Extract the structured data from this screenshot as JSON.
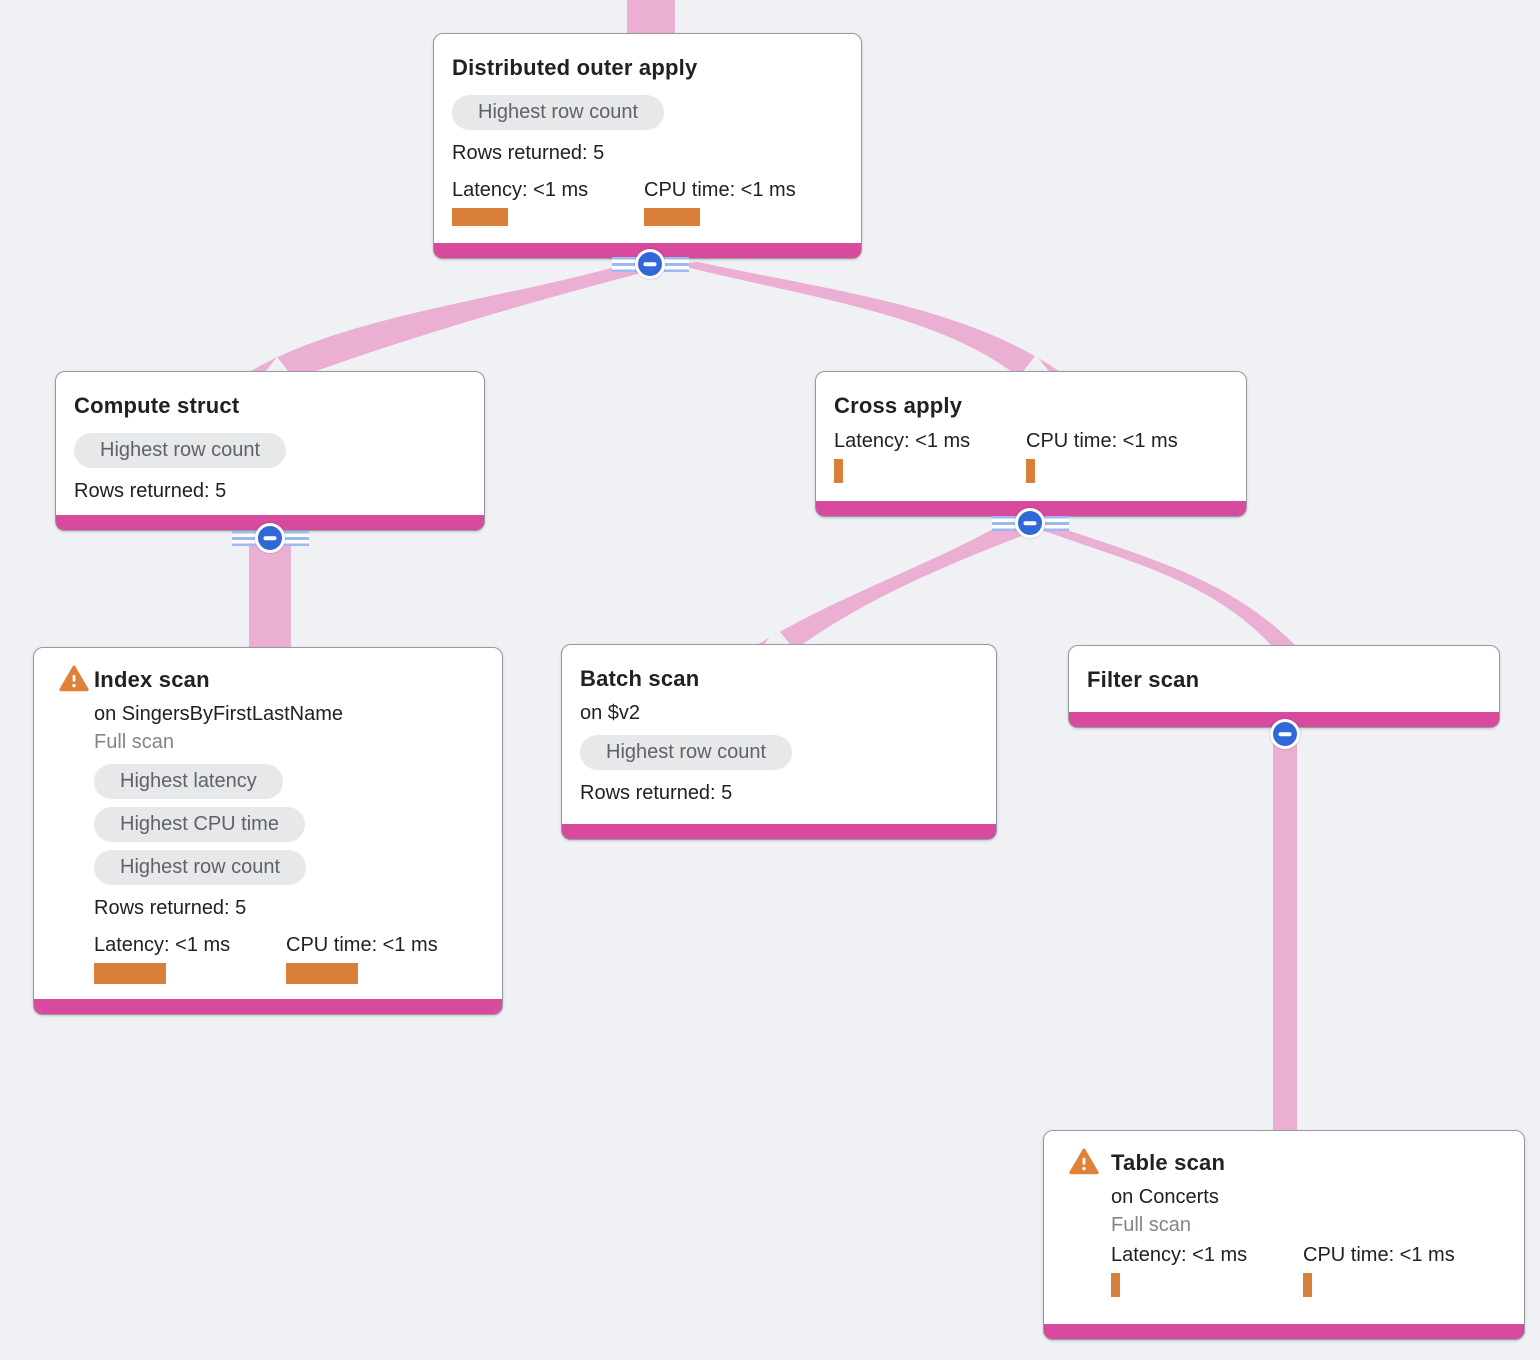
{
  "app": "query-execution-plan-visualizer",
  "colors": {
    "background": "#f0f1f4",
    "edge_pink": "#ecafd4",
    "node_footer_pink": "#d74a9e",
    "metric_bar_orange": "#d9813a",
    "warning_orange": "#e0813a",
    "collapse_blue": "#3168d8",
    "badge_bg": "#e6e8ea",
    "badge_text": "#5f6368",
    "muted_text": "#80868b",
    "text": "#202124"
  },
  "icons": {
    "warning": "warning-triangle",
    "collapse": "minus-circle"
  },
  "nodes": {
    "distributed_outer_apply": {
      "title": "Distributed outer apply",
      "badges": [
        "Highest row count"
      ],
      "rows_returned": "Rows returned: 5",
      "latency_label": "Latency: <1 ms",
      "cpu_label": "CPU time: <1 ms"
    },
    "compute_struct": {
      "title": "Compute struct",
      "badges": [
        "Highest row count"
      ],
      "rows_returned": "Rows returned: 5"
    },
    "cross_apply": {
      "title": "Cross apply",
      "latency_label": "Latency: <1 ms",
      "cpu_label": "CPU time: <1 ms"
    },
    "index_scan": {
      "title": "Index scan",
      "subtitle": "on SingersByFirstLastName",
      "scan_type": "Full scan",
      "badges": [
        "Highest latency",
        "Highest CPU time",
        "Highest row count"
      ],
      "rows_returned": "Rows returned: 5",
      "latency_label": "Latency: <1 ms",
      "cpu_label": "CPU time: <1 ms"
    },
    "batch_scan": {
      "title": "Batch scan",
      "subtitle": "on $v2",
      "badges": [
        "Highest row count"
      ],
      "rows_returned": "Rows returned: 5"
    },
    "filter_scan": {
      "title": "Filter scan"
    },
    "table_scan": {
      "title": "Table scan",
      "subtitle": "on Concerts",
      "scan_type": "Full scan",
      "latency_label": "Latency: <1 ms",
      "cpu_label": "CPU time: <1 ms"
    }
  },
  "edges": [
    {
      "from": "parent-offscreen",
      "to": "distributed_outer_apply"
    },
    {
      "from": "distributed_outer_apply",
      "to": "compute_struct"
    },
    {
      "from": "distributed_outer_apply",
      "to": "cross_apply"
    },
    {
      "from": "compute_struct",
      "to": "index_scan"
    },
    {
      "from": "cross_apply",
      "to": "batch_scan"
    },
    {
      "from": "cross_apply",
      "to": "filter_scan"
    },
    {
      "from": "filter_scan",
      "to": "table_scan"
    }
  ]
}
